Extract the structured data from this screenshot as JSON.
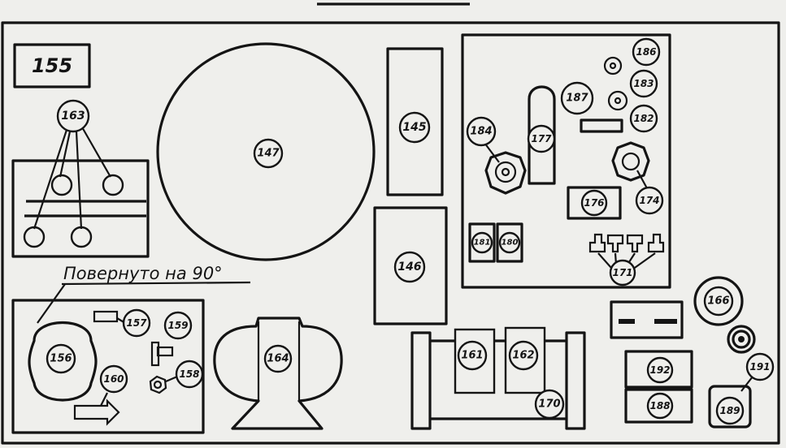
{
  "note": "Повернуто на 90°",
  "labels": {
    "l155": "155",
    "l163": "163",
    "l147": "147",
    "l145": "145",
    "l146": "146",
    "l156": "156",
    "l157": "157",
    "l159": "159",
    "l158": "158",
    "l160": "160",
    "l164": "164",
    "l161": "161",
    "l162": "162",
    "l170": "170",
    "l184": "184",
    "l177": "177",
    "l187": "187",
    "l186": "186",
    "l183": "183",
    "l182": "182",
    "l174": "174",
    "l176": "176",
    "l181": "181",
    "l180": "180",
    "l171": "171",
    "l166": "166",
    "l192": "192",
    "l188": "188",
    "l191": "191",
    "l189": "189"
  }
}
